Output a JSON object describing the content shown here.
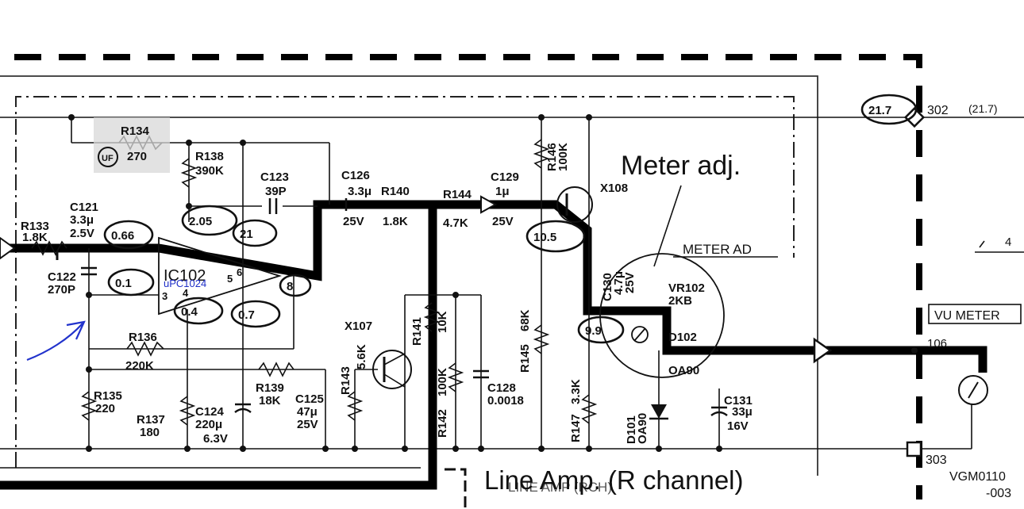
{
  "title": "Line Amp. (R channel)",
  "title_overprint": "LINE AMP (RCH)",
  "annotation": "Meter adj.",
  "meter_box_label": "METER AD",
  "vu_meter_label": "VU METER",
  "ic_label": "IC102",
  "ic_note": "uPC1024",
  "ic_pins": [
    "3",
    "4",
    "5",
    "6"
  ],
  "part_number": "VGM0110",
  "part_suffix": "-003",
  "terminals": [
    {
      "ref": "302",
      "voltage": "(21.7)"
    },
    {
      "ref": "303"
    },
    {
      "ref": "106"
    },
    {
      "ref": "4"
    }
  ],
  "components": {
    "R133": {
      "ref": "R133",
      "value": "1.8K"
    },
    "R134": {
      "ref": "R134",
      "value": "270",
      "badge": "UF"
    },
    "R135": {
      "ref": "R135",
      "value": "220"
    },
    "R136": {
      "ref": "R136",
      "value": "220K"
    },
    "R137": {
      "ref": "R137",
      "value": "180"
    },
    "R138": {
      "ref": "R138",
      "value": "390K"
    },
    "R139": {
      "ref": "R139",
      "value": "18K"
    },
    "R140": {
      "ref": "R140",
      "value": "1.8K"
    },
    "R141": {
      "ref": "R141",
      "value": "10K"
    },
    "R142": {
      "ref": "R142",
      "value": "100K"
    },
    "R143": {
      "ref": "R143",
      "value": "5.6K"
    },
    "R144": {
      "ref": "R144",
      "value": "4.7K"
    },
    "R145": {
      "ref": "R145",
      "value": "68K"
    },
    "R146": {
      "ref": "R146",
      "value": "100K"
    },
    "R147": {
      "ref": "R147",
      "value": "3.3K"
    },
    "C121": {
      "ref": "C121",
      "value": "3.3μ",
      "voltage": "2.5V"
    },
    "C122": {
      "ref": "C122",
      "value": "270P"
    },
    "C123": {
      "ref": "C123",
      "value": "39P"
    },
    "C124": {
      "ref": "C124",
      "value": "220μ",
      "voltage": "6.3V"
    },
    "C125": {
      "ref": "C125",
      "value": "47μ",
      "voltage": "25V"
    },
    "C126": {
      "ref": "C126",
      "value": "3.3μ",
      "voltage": "25V"
    },
    "C128": {
      "ref": "C128",
      "value": "0.0018"
    },
    "C129": {
      "ref": "C129",
      "value": "1μ",
      "voltage": "25V"
    },
    "C130": {
      "ref": "C130",
      "value": "4.7μ",
      "voltage": "25V"
    },
    "C131": {
      "ref": "C131",
      "value": "33μ",
      "voltage": "16V"
    },
    "X107": {
      "ref": "X107"
    },
    "X108": {
      "ref": "X108"
    },
    "VR102": {
      "ref": "VR102",
      "value": "2KB"
    },
    "D101": {
      "ref": "D101",
      "value": "OA90"
    },
    "D102": {
      "ref": "D102",
      "value": "OA90"
    }
  },
  "voltages": [
    "0.66",
    "2.05",
    "21",
    "0.1",
    "8",
    "0.4",
    "0.7",
    "10.5",
    "9.9",
    "21.7"
  ]
}
